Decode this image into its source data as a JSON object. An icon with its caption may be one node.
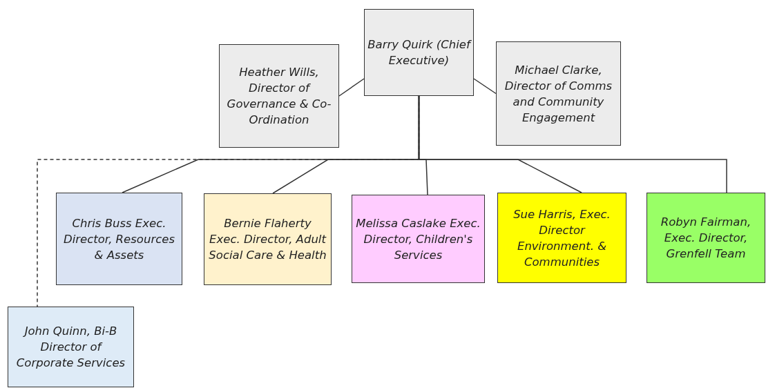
{
  "diagram": {
    "nodes": [
      {
        "text": [
          "Barry Quirk (Chief Executive)"
        ]
      },
      {
        "text": [
          "Heather Wills, Director of Governance & Co-Ordination"
        ]
      },
      {
        "text": [
          "Michael Clarke, Director of Comms and Community Engagement"
        ]
      },
      {
        "text": [
          "Chris Buss Exec. Director, Resources & Assets"
        ]
      },
      {
        "text": [
          "Bernie Flaherty Exec. Director, Adult Social Care & Health"
        ]
      },
      {
        "text": [
          "Melissa Caslake Exec. Director, Children's Services"
        ]
      },
      {
        "text": [
          "Sue Harris, Exec. Director Environment. & Communities"
        ]
      },
      {
        "text": [
          "Robyn Fairman, Exec. Director, Grenfell Team"
        ]
      },
      {
        "text": [
          "John Quinn, Bi-B Director of Corporate Services"
        ]
      }
    ],
    "edges": [
      {
        "from": 0,
        "to": 1,
        "arrow": "none"
      },
      {
        "from": 0,
        "to": 2,
        "arrow": "none"
      },
      {
        "from": 0,
        "to": 3,
        "arrow": "none"
      },
      {
        "from": 0,
        "to": 4,
        "arrow": "none"
      },
      {
        "from": 0,
        "to": 5,
        "arrow": "none"
      },
      {
        "from": 0,
        "to": 6,
        "arrow": "none"
      },
      {
        "from": 0,
        "to": 7,
        "arrow": "none"
      },
      {
        "from": 0,
        "to": 8,
        "arrow": "none",
        "style": "dashed"
      }
    ]
  }
}
